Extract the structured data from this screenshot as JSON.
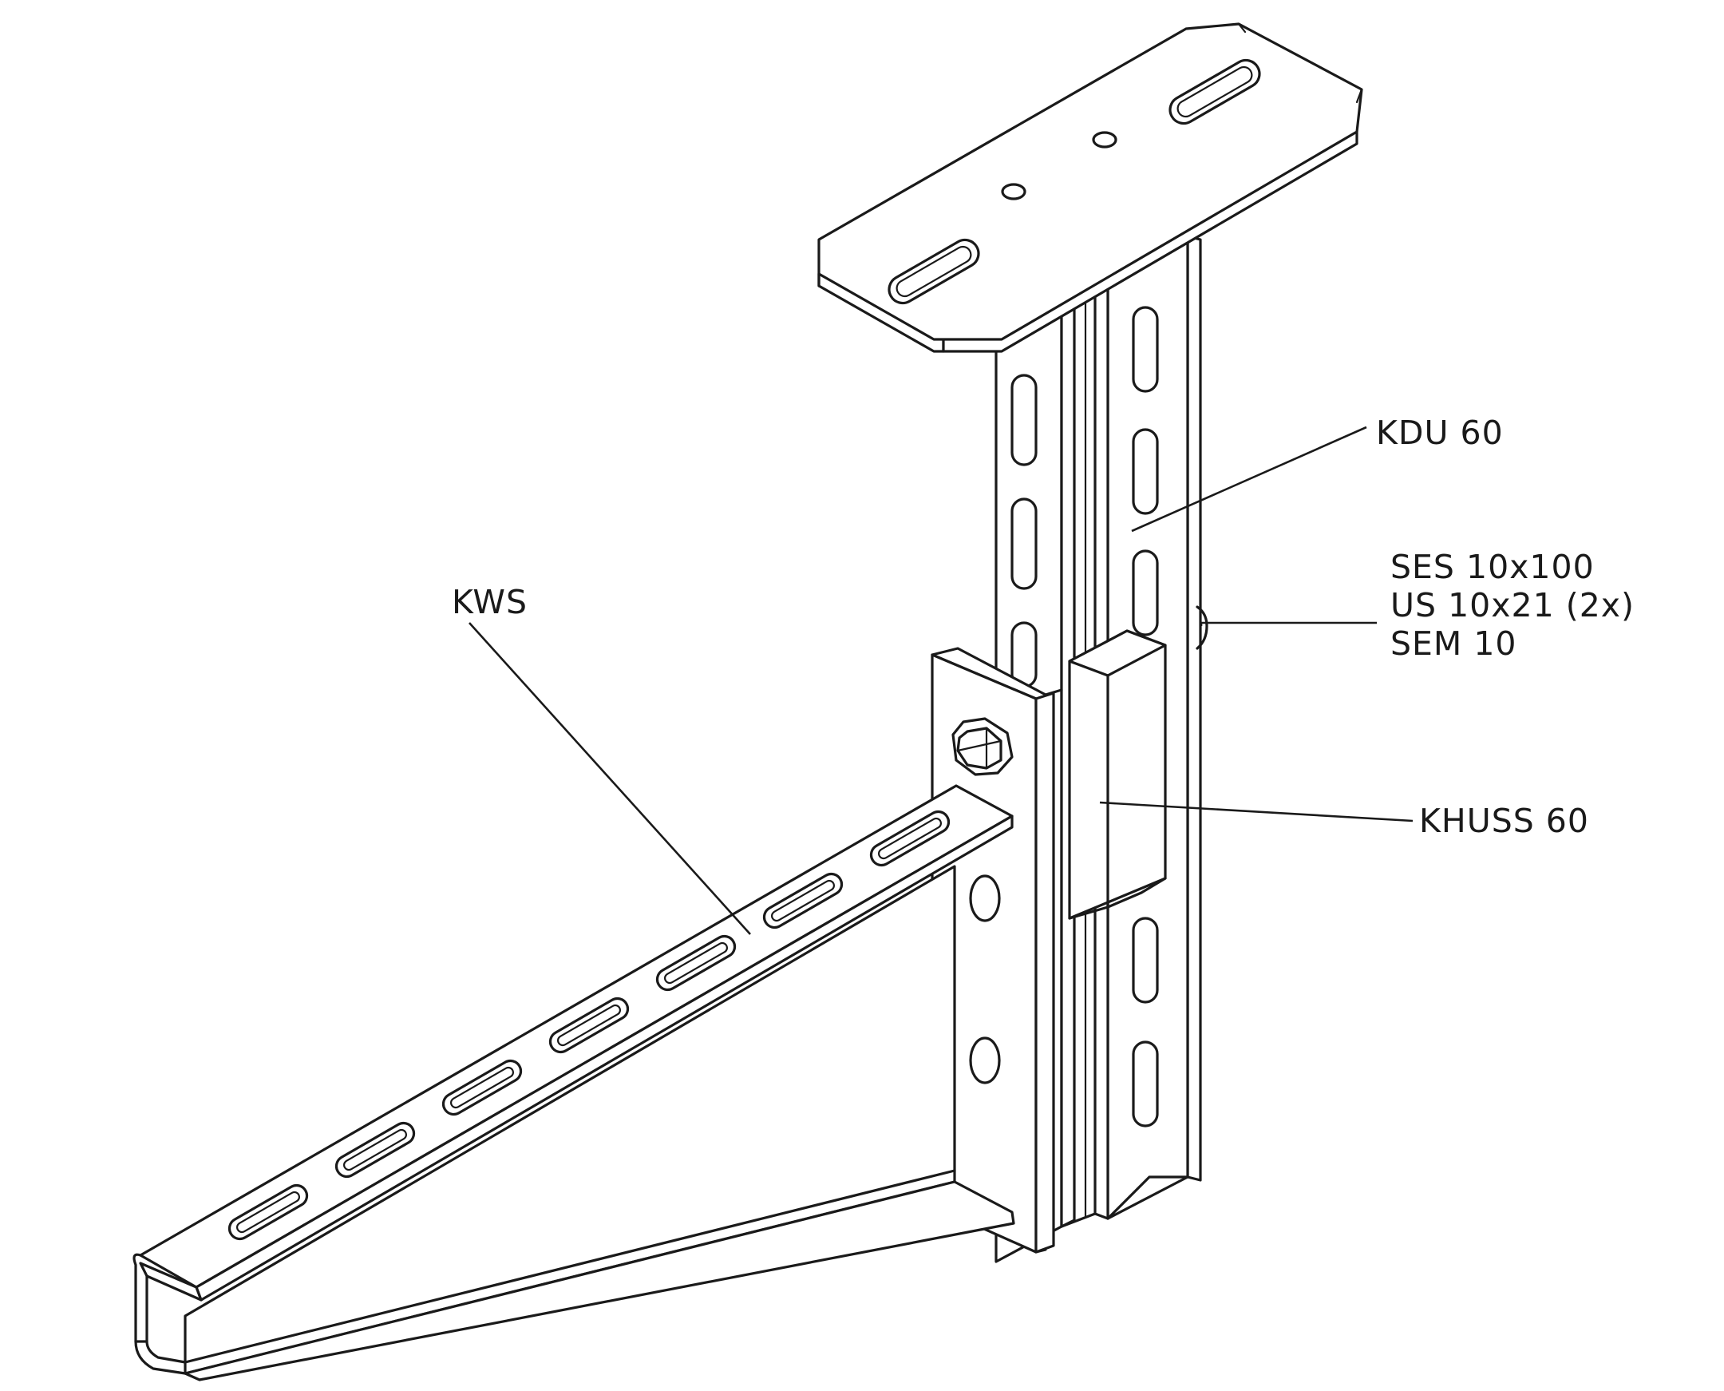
{
  "labels": {
    "kws": "KWS",
    "kdu": "KDU 60",
    "ses": "SES 10x100",
    "us": "US 10x21 (2x)",
    "sem": "SEM 10",
    "khuss": "KHUSS 60"
  },
  "colors": {
    "line": "#1a1a1a",
    "background": "#ffffff"
  }
}
